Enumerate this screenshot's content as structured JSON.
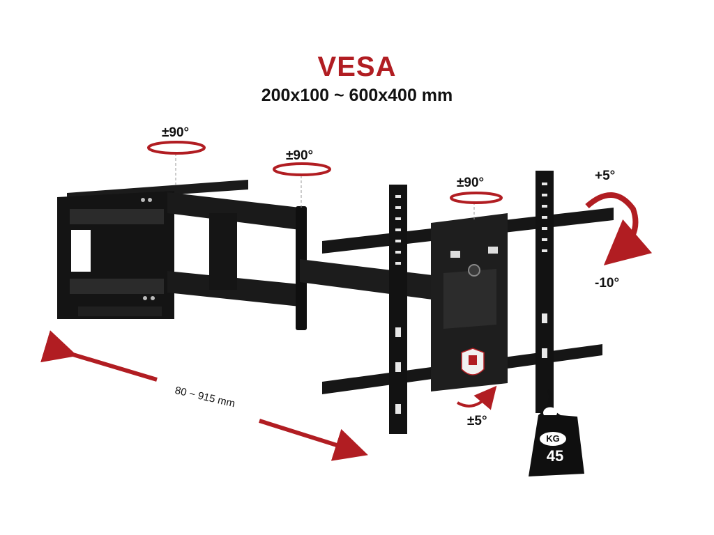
{
  "header": {
    "title": "VESA",
    "range": "200x100 ~ 600x400 mm"
  },
  "rotations": {
    "wall_swivel": "±90°",
    "arm_swivel": "±90°",
    "plate_swivel": "±90°",
    "tilt_up": "+5°",
    "tilt_down": "-10°",
    "level_adjust": "±5°"
  },
  "extension": {
    "label": "80 ~ 915 mm"
  },
  "weight": {
    "unit": "KG",
    "value": "45"
  },
  "colors": {
    "accent": "#b11d22",
    "metal": "#151515",
    "text": "#111111"
  }
}
